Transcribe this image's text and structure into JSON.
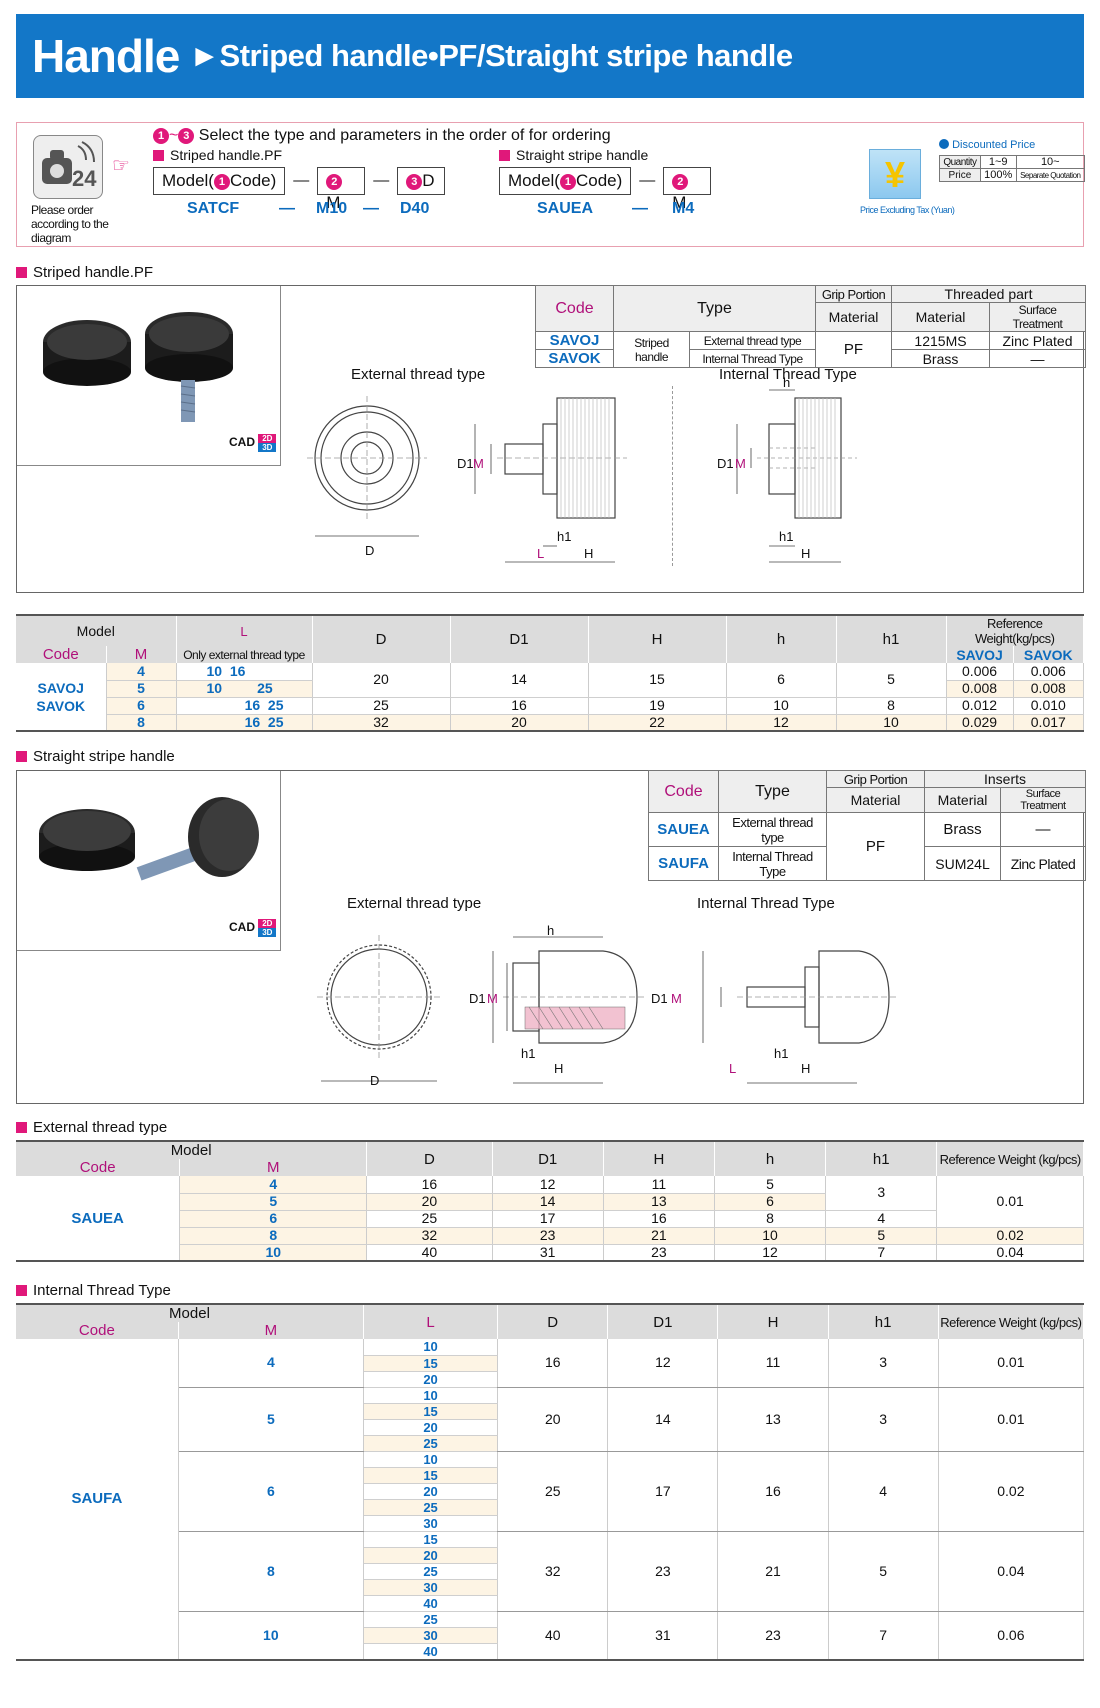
{
  "header": {
    "title_main": "Handle",
    "title_sub": "►Striped handle•PF/Straight stripe handle"
  },
  "order": {
    "note": "Please order according to the diagram",
    "select_prefix": "1~3",
    "select_text": "Select the type and parameters in the order of for ordering",
    "left_title": "Striped handle.PF",
    "right_title": "Straight stripe handle",
    "box_model": "Model(",
    "box_code": "Code)",
    "box_m": "M",
    "box_d": "D",
    "dash": "—",
    "left_ex": [
      "SATCF",
      "M10",
      "D40"
    ],
    "right_ex": [
      "SAUEA",
      "M4"
    ],
    "price_title": "Discounted Price",
    "price_qty": "Quantity",
    "price_qty_a": "1~9",
    "price_qty_b": "10~",
    "price_price": "Price",
    "price_pct": "100%",
    "price_sep": "Separate Quotation",
    "price_excl": "Price Excluding Tax (Yuan)",
    "yuan": "¥"
  },
  "sec1": {
    "title": "Striped handle.PF",
    "cad": "CAD",
    "cad2d": "2D",
    "cad3d": "3D",
    "head": {
      "code": "Code",
      "type": "Type",
      "grip": "Grip Portion",
      "grip_mat": "Material",
      "thr": "Threaded part",
      "thr_mat": "Material",
      "thr_surf": "Surface Treatment"
    },
    "rows": [
      {
        "code": "SAVOJ",
        "type": "Striped handle",
        "sub": "External thread type",
        "grip": "PF",
        "mat": "1215MS",
        "surf": "Zinc Plated"
      },
      {
        "code": "SAVOK",
        "sub": "Internal Thread Type",
        "mat": "Brass",
        "surf": "—"
      }
    ],
    "fig_ext": "External thread type",
    "fig_int": "Internal Thread Type",
    "labels": {
      "D": "D",
      "D1": "D1",
      "M": "M",
      "L": "L",
      "H": "H",
      "h1": "h1",
      "h": "h"
    }
  },
  "table1": {
    "model": "Model",
    "code": "Code",
    "m": "M",
    "l": "L",
    "l_sub": "Only external thread type",
    "d": "D",
    "d1": "D1",
    "h_big": "H",
    "h": "h",
    "h1": "h1",
    "rw": "Reference Weight(kg/pcs)",
    "c1": "SAVOJ",
    "c2": "SAVOK",
    "codes": [
      "SAVOJ",
      "SAVOK"
    ],
    "rows": [
      {
        "m": "4",
        "l": "10  16",
        "w1": "0.006",
        "w2": "0.006"
      },
      {
        "m": "5",
        "l": "10         25",
        "w1": "0.008",
        "w2": "0.008"
      },
      {
        "m": "6",
        "l": "16  25",
        "d": "25",
        "d1": "16",
        "H": "19",
        "h": "10",
        "h1": "8",
        "w1": "0.012",
        "w2": "0.010"
      },
      {
        "m": "8",
        "l": "16  25",
        "d": "32",
        "d1": "20",
        "H": "22",
        "h": "12",
        "h1": "10",
        "w1": "0.029",
        "w2": "0.017"
      }
    ],
    "merged": {
      "d": "20",
      "d1": "14",
      "H": "15",
      "h": "6",
      "h1": "5"
    }
  },
  "sec2": {
    "title": "Straight stripe handle",
    "head": {
      "code": "Code",
      "type": "Type",
      "grip": "Grip Portion",
      "grip_mat": "Material",
      "ins": "Inserts",
      "ins_mat": "Material",
      "ins_surf": "Surface Treatment"
    },
    "rows": [
      {
        "code": "SAUEA",
        "type": "External thread type",
        "mat": "Brass",
        "surf": "—"
      },
      {
        "code": "SAUFA",
        "type": "Internal Thread Type",
        "mat": "SUM24L",
        "surf": "Zinc Plated"
      }
    ],
    "grip": "PF",
    "fig_ext": "External thread type",
    "fig_int": "Internal Thread Type"
  },
  "table2": {
    "title": "External thread type",
    "model": "Model",
    "code": "Code",
    "m": "M",
    "d": "D",
    "d1": "D1",
    "H": "H",
    "h": "h",
    "h1": "h1",
    "rw": "Reference Weight (kg/pcs)",
    "codeval": "SAUEA",
    "rows": [
      {
        "m": "4",
        "d": "16",
        "d1": "12",
        "H": "11",
        "h": "5"
      },
      {
        "m": "5",
        "d": "20",
        "d1": "14",
        "H": "13",
        "h": "6"
      },
      {
        "m": "6",
        "d": "25",
        "d1": "17",
        "H": "16",
        "h": "8",
        "h1": "4"
      },
      {
        "m": "8",
        "d": "32",
        "d1": "23",
        "H": "21",
        "h": "10",
        "h1": "5",
        "w": "0.02"
      },
      {
        "m": "10",
        "d": "40",
        "d1": "31",
        "H": "23",
        "h": "12",
        "h1": "7",
        "w": "0.04"
      }
    ],
    "merged_h1": "3",
    "merged_w": "0.01"
  },
  "table3": {
    "title": "Internal Thread Type",
    "model": "Model",
    "code": "Code",
    "m": "M",
    "l": "L",
    "d": "D",
    "d1": "D1",
    "H": "H",
    "h1": "h1",
    "rw": "Reference Weight (kg/pcs)",
    "codeval": "SAUFA",
    "groups": [
      {
        "m": "4",
        "ls": [
          "10",
          "15",
          "20"
        ],
        "d": "16",
        "d1": "12",
        "H": "11",
        "h1": "3",
        "w": "0.01"
      },
      {
        "m": "5",
        "ls": [
          "10",
          "15",
          "20",
          "25"
        ],
        "d": "20",
        "d1": "14",
        "H": "13",
        "h1": "3",
        "w": "0.01"
      },
      {
        "m": "6",
        "ls": [
          "10",
          "15",
          "20",
          "25",
          "30"
        ],
        "d": "25",
        "d1": "17",
        "H": "16",
        "h1": "4",
        "w": "0.02"
      },
      {
        "m": "8",
        "ls": [
          "15",
          "20",
          "25",
          "30",
          "40"
        ],
        "d": "32",
        "d1": "23",
        "H": "21",
        "h1": "5",
        "w": "0.04"
      },
      {
        "m": "10",
        "ls": [
          "25",
          "30",
          "40"
        ],
        "d": "40",
        "d1": "31",
        "H": "23",
        "h1": "7",
        "w": "0.06"
      }
    ]
  }
}
